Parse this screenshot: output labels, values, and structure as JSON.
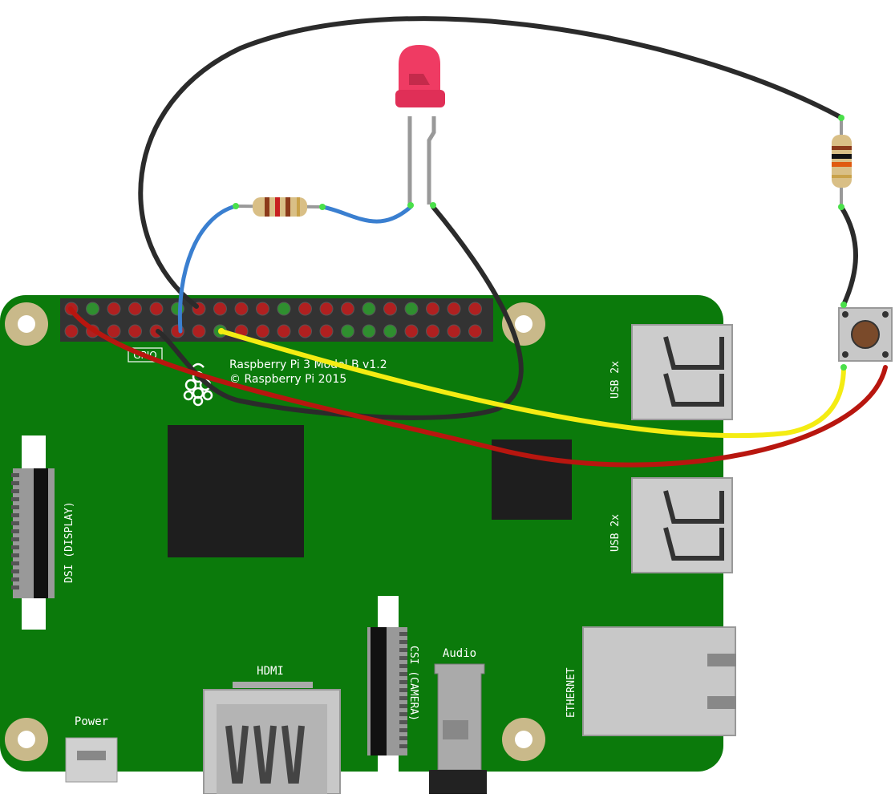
{
  "board": {
    "model_line1": "Raspberry Pi 3 Model B v1.2",
    "model_line2": "© Raspberry Pi 2015",
    "gpio_label": "GPIO",
    "dsi_label": "DSI (DISPLAY)",
    "csi_label": "CSI (CAMERA)",
    "hdmi_label": "HDMI",
    "audio_label": "Audio",
    "power_label": "Power",
    "ethernet_label": "ETHERNET",
    "usb_label_top": "USB 2x",
    "usb_label_bottom": "USB 2x"
  },
  "colors": {
    "pcb": "#0b7a0b",
    "wire_black": "#2b2b2b",
    "wire_blue": "#3a7fd0",
    "wire_red": "#b8160f",
    "wire_yellow": "#f4ec13",
    "led": "#ef3b63",
    "mount_hole": "#c9b98a"
  },
  "components": {
    "led": "red-led",
    "resistors": [
      "led-resistor",
      "button-resistor"
    ],
    "button": "push-button"
  }
}
